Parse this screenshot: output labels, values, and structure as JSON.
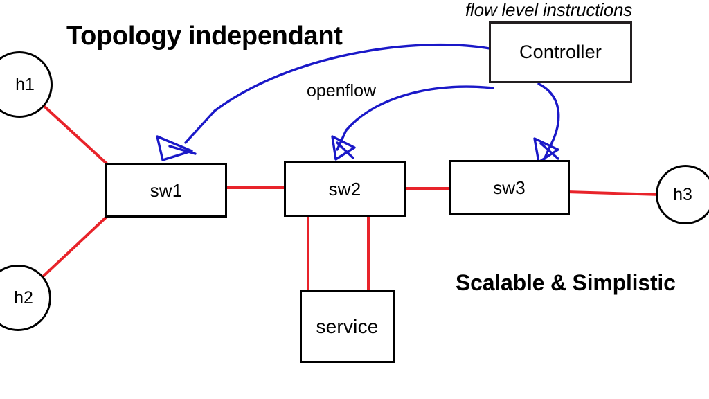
{
  "diagram": {
    "title": "Topology independant",
    "tagline": "Scalable & Simplistic",
    "protocol_label": "openflow",
    "instructions_label": "flow level instructions",
    "background_color": "#ffffff",
    "link_color": "#e8232a",
    "control_color": "#1a18c8",
    "node_border_color": "#000000"
  },
  "nodes": {
    "switches": [
      {
        "id": "sw1",
        "label": "sw1"
      },
      {
        "id": "sw2",
        "label": "sw2"
      },
      {
        "id": "sw3",
        "label": "sw3"
      }
    ],
    "hosts": [
      {
        "id": "h1",
        "label": "h1"
      },
      {
        "id": "h2",
        "label": "h2"
      },
      {
        "id": "h3",
        "label": "h3"
      }
    ],
    "controller": {
      "id": "controller",
      "label": "Controller"
    },
    "service": {
      "id": "service",
      "label": "service"
    }
  },
  "links": {
    "data_plane": [
      {
        "from": "h1",
        "to": "sw1"
      },
      {
        "from": "h2",
        "to": "sw1"
      },
      {
        "from": "sw1",
        "to": "sw2"
      },
      {
        "from": "sw2",
        "to": "sw3"
      },
      {
        "from": "sw3",
        "to": "h3"
      },
      {
        "from": "sw2",
        "to": "service"
      },
      {
        "from": "sw2",
        "to": "service"
      }
    ],
    "control_plane": [
      {
        "from": "controller",
        "to": "sw1"
      },
      {
        "from": "controller",
        "to": "sw2"
      },
      {
        "from": "controller",
        "to": "sw3"
      }
    ]
  }
}
